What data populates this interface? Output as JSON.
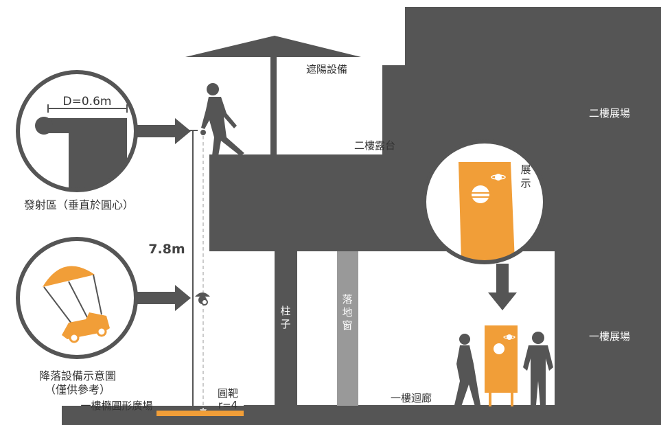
{
  "labels": {
    "shade": "遮陽設備",
    "floor2_terrace": "二樓露台",
    "floor2_hall": "二樓展場",
    "display_line1": "展",
    "display_line2": "示",
    "diameter": "D=0.6m",
    "launch_zone": "發射區（垂直於圓心）",
    "height": "7.8m",
    "parachute_line1": "降落設備示意圖",
    "parachute_line2": "（僅供參考）",
    "pillar_line1": "柱",
    "pillar_line2": "子",
    "window_line1": "落",
    "window_line2": "地",
    "window_line3": "窗",
    "floor1_hall": "一樓展場",
    "corridor": "一樓迴廊",
    "target_line1": "圓靶",
    "target_line2": "r=4",
    "plaza": "一樓橢圓形廣場"
  },
  "colors": {
    "building": "#555555",
    "window": "#999999",
    "accent": "#F19E38",
    "text": "#333333"
  }
}
